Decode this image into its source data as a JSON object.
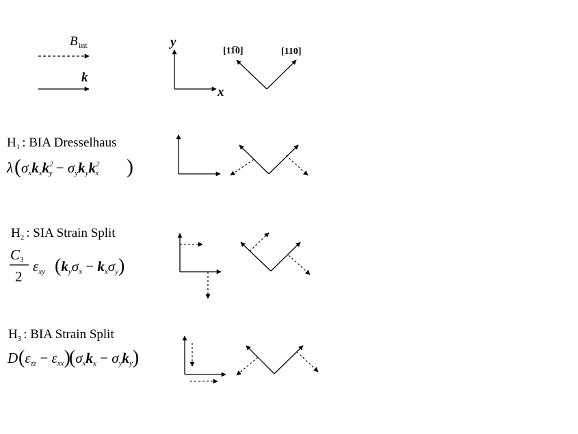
{
  "legend": {
    "b_int_symbol": "B",
    "b_int_subscript": "int",
    "k_symbol": "k"
  },
  "axes_key": {
    "y_label": "y",
    "x_label": "x",
    "dir_1bar10": "[11̅0]",
    "dir_110": "[110]"
  },
  "terms": [
    {
      "h_letter": "H",
      "h_sub": "1",
      "name": ": BIA Dresselhaus",
      "lambda": "λ",
      "eq_open": "(",
      "eq_close": ")"
    },
    {
      "h_letter": "H",
      "h_sub": "2",
      "name": ": SIA Strain Split",
      "frac_num": "C",
      "frac_num_sub": "3",
      "frac_den": "2",
      "epsilon": "ε",
      "epsilon_sub": "xy"
    },
    {
      "h_letter": "H",
      "h_sub": "3",
      "name": ": BIA Strain Split",
      "prefix": "D",
      "eps_zz": "zz",
      "eps_xx": "xx"
    }
  ]
}
